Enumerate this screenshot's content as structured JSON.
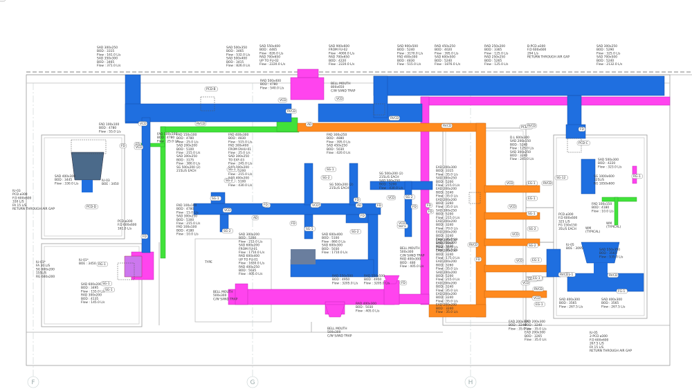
{
  "colors": {
    "supply": "#1f6fe0",
    "return": "#ff8a1f",
    "fresh": "#41e23a",
    "exhaust": "#ff44ee",
    "wall": "#8a8a8a",
    "grid": "#9aaaaa"
  },
  "grid_labels": [
    "F",
    "G",
    "H"
  ],
  "labels": [
    {
      "id": "t1",
      "lines": [
        "SAD 300x250",
        "BOD : 3315",
        "Flow : 161.0 L/s",
        "",
        "SAD 350x300",
        "BOD : 3465",
        "Flow : 371.0 L/s"
      ]
    },
    {
      "id": "t2",
      "lines": [
        "SAD 500x350",
        "BOD : 3465",
        "Flow : 532.0 L/s",
        "SAD 500x400",
        "BOD : 3415",
        "Flow : 826.0 L/s"
      ]
    },
    {
      "id": "t3",
      "lines": [
        "SAD 550x400",
        "BOD : 4465",
        "Flow : 826.0 L/s",
        "RAD 700x650",
        "UP TO FU-02",
        "Flow : 2220.0 L/s"
      ]
    },
    {
      "id": "t4",
      "lines": [
        "SAD 900x600",
        "FROM FU-02",
        "Flow : 4000.0 L/s",
        "RAD 700x650",
        "BOD : 4220",
        "Flow : 2220.0 L/s"
      ]
    },
    {
      "id": "t5",
      "lines": [
        "SAD 900x500",
        "BOD : 5240",
        "Flow : 3170.0 L/s",
        "FAD 400x300",
        "BOD : 4830",
        "Flow : 515.0 L/s"
      ]
    },
    {
      "id": "t6",
      "lines": [
        "RAD 450x250",
        "BOD : 4020",
        "Flow : 395.0 L/s",
        "SAD 600x500",
        "BOD : 5240",
        "Flow : 1876.0 L/s"
      ]
    },
    {
      "id": "t7",
      "lines": [
        "RAD 250x200",
        "BOD : 3365",
        "Flow : 125.0 L/s",
        "RAD 250x250",
        "BOD : 5265",
        "Flow : 125.0 L/s"
      ]
    },
    {
      "id": "t8",
      "lines": [
        "B-PCD ø300",
        "F.D 600x600",
        "294 L/s",
        "RETURN THROUGH AIR GAP"
      ]
    },
    {
      "id": "t9",
      "lines": [
        "SAD 300x250",
        "BOD : 5290",
        "Flow : 325.0 L/s",
        "",
        "SAD 700x500",
        "BOD : 5240",
        "Flow : 2132.0 L/s"
      ]
    },
    {
      "id": "t10",
      "lines": [
        "RAD 500x400",
        "BOD : 4780",
        "Flow : 540.0 L/s"
      ]
    },
    {
      "id": "t11",
      "lines": [
        "BELL MOUTH",
        "800x650",
        "C/W SAND TRAP"
      ]
    },
    {
      "id": "t12",
      "lines": [
        "FAD 100x100",
        "BOD : 4780",
        "Flow : 55.0 L/s"
      ]
    },
    {
      "id": "t13",
      "lines": [
        "FAD 400x300",
        "BOD : 4830",
        "Flow : 515.0 L/s",
        "FAD 300x400",
        "FROM FAHU-01",
        "Flow : 25.0 L/s",
        "SAD 300x250",
        "TO EXF-03",
        "Flow : 245.0 L/s",
        "SAD 300x200",
        "BOD : 5200",
        "Flow : 215.0 L/s",
        "SAD 400x200",
        "BOD : 5100",
        "Flow : 430.0 L/s"
      ]
    },
    {
      "id": "t14",
      "lines": [
        "FAD 150x100",
        "BOD : 4780",
        "Flow : 25.0 L/s",
        "SAD 200x200",
        "BOD : 5100",
        "Flow : 215.0 L/s",
        "SAD 300x250",
        "BOD : 3175",
        "Flow : 380.0 L/s",
        "SG 500x200 (2)",
        "215L/S EACH"
      ]
    },
    {
      "id": "t15",
      "lines": [
        "FAD 100x100",
        "BOD : 4780",
        "Flow : 15.0 L/s",
        "SAD 300x250",
        "BOD : 5300",
        "Flow : 215.0 L/s",
        "FAD 100x100",
        "BOD : 4180",
        "Flow : 10.0 L/s"
      ]
    },
    {
      "id": "t16",
      "lines": [
        "FAD 300x250",
        "BOD : 4880",
        "Flow : 395.0 L/s",
        "SAD 450x250",
        "BOD : 5030",
        "Flow : 420.0 L/s"
      ]
    },
    {
      "id": "t17",
      "lines": [
        "SG 500x200 (2)",
        "215L/S EACH"
      ]
    },
    {
      "id": "t18",
      "lines": [
        "SG 500x200 (2)",
        "215L/S EACH",
        "SAD 500x250",
        "BOD : 5200",
        "Flow : 430.0 L/s"
      ]
    },
    {
      "id": "t19",
      "lines": [
        "SAD 300x200",
        "BOD : 5200",
        "Flow : 215.0 L/s",
        "SAD 600x200",
        "FROM FU-01",
        "Flow : 1710.0 L/s",
        "RAD 600x400",
        "UP TO FU-01",
        "Flow : 1630.0 L/s",
        "RAD 400x250",
        "BOD : 5035",
        "Flow : 405.0 L/s"
      ]
    },
    {
      "id": "t20",
      "lines": [
        "SAD 600x400",
        "BOD : 5100",
        "Flow : 860.0 L/s",
        "",
        "SAD 600x300",
        "BOD : 5030",
        "Flow : 1710.0 L/s"
      ]
    },
    {
      "id": "t21",
      "lines": [
        "BELL MOUTH",
        "500x300",
        "C/W SAND TRAP"
      ]
    },
    {
      "id": "t22",
      "lines": [
        "RAD 550x500",
        "BOD : 4950",
        "Flow : 3205.0 L/s"
      ]
    },
    {
      "id": "t23",
      "lines": [
        "RAD 550x500",
        "BOD : 4950",
        "Flow : 3205.0 L/s"
      ]
    },
    {
      "id": "t24",
      "lines": [
        "BELL MOUTH",
        "500x300",
        "C/W SAND TRAP",
        "RAD 400x300",
        "BOD : 480",
        "Flow : 405.0 L/s"
      ]
    },
    {
      "id": "t25",
      "lines": [
        "RAD 400x300",
        "BOD : 5030",
        "Flow : 405.0 L/s"
      ]
    },
    {
      "id": "t26",
      "lines": [
        "BELL MOUTH",
        "500x300",
        "C/W SAND TRAP"
      ]
    },
    {
      "id": "t27",
      "lines": [
        "EAD 200x300",
        "BOD : 3315",
        "Flow : 35.0 L/s",
        "SAD 300x250",
        "BOD : 5200",
        "Flow : 215.0 L/s",
        "EAD 200x200",
        "BOD : 3240",
        "Flow : 35.0 L/s",
        "EAD 200x200",
        "BOD : 3260",
        "Flow : 35.0 L/s",
        "SAD 300x250",
        "BOD : 5200",
        "Flow : 215.0 L/s",
        "EAD 200x200",
        "BOD : 3240",
        "Flow : 70.0 L/s",
        "EAD 200x200",
        "BOD : 3240",
        "Flow : 35.0 L/s",
        "EAD 200x200",
        "BOD : 3240",
        "Flow : 35.0 L/s"
      ]
    },
    {
      "id": "t28",
      "lines": [
        "EAD 300x150",
        "BOD : 3315",
        "Flow : 35.0 L/s",
        "EAD 200x200",
        "BOD : 3240",
        "Flow : 175.0 L/s",
        "EAD 200x200",
        "BOD : 3260",
        "Flow : 35.0 L/s",
        "SAD 200x200",
        "BOD : 5200",
        "Flow : 215.0 L/s",
        "EAD 200x200",
        "BOD : 3240",
        "Flow : 35.0 L/s",
        "EAD 200x200",
        "BOD : 3240",
        "Flow : 35.0 L/s",
        "EAD 200x200",
        "BOD : 3240",
        "Flow : 35.0 L/s"
      ]
    },
    {
      "id": "t29",
      "lines": [
        "D.L 600x300",
        "SAD 200x150",
        "BOD : 5240",
        "Flow : 125.0 L/s",
        "SAD 300x250",
        "BOD : 3240",
        "Flow : 245.0 L/s"
      ]
    },
    {
      "id": "t30",
      "lines": [
        "SAD 500x300",
        "BOD : 4220",
        "Flow : 323.0 L/s"
      ]
    },
    {
      "id": "t31",
      "lines": [
        "SG 1000x600",
        "325L/S",
        "RG 1050x600"
      ]
    },
    {
      "id": "t32",
      "lines": [
        "FAD 100x150",
        "BOD : 4180",
        "Flow : 10.0 L/s"
      ]
    },
    {
      "id": "t33",
      "lines": [
        "PCD ø300",
        "F.D 600x600",
        "325 L/S",
        "FG 150x150",
        "35L/S EACH"
      ]
    },
    {
      "id": "t34",
      "lines": [
        "IU-05",
        "BOE : 3095"
      ]
    },
    {
      "id": "t35",
      "lines": [
        "SAD 550x350",
        "BOD : 3565",
        "Flow : 535.0 L/s"
      ]
    },
    {
      "id": "t36",
      "lines": [
        "SAD 400x300",
        "BOD : 3565",
        "Flow : 267.5 L/s"
      ]
    },
    {
      "id": "t37",
      "lines": [
        "SAD 400x300",
        "BOD : 3565",
        "Flow : 267.5 L/s"
      ]
    },
    {
      "id": "t38",
      "lines": [
        "IU-05",
        "2-PCD ø300",
        "F.D 600x600",
        "267.5 L/S",
        "FA 15 L/S",
        "RETURN THROUGH AIR GAP"
      ]
    },
    {
      "id": "t39",
      "lines": [
        "EAD 200x300",
        "BOD : 3240",
        "Flow : 35.0 L/s",
        "EAD 200x300",
        "BOD : 3265",
        "Flow : 35.0 L/s"
      ]
    },
    {
      "id": "t40",
      "lines": [
        "SAD 400x300",
        "BOD : 3445",
        "Flow : 330.0 L/s"
      ]
    },
    {
      "id": "t41",
      "lines": [
        "IU-03",
        "BOE : 3450"
      ]
    },
    {
      "id": "t42",
      "lines": [
        "IU-03",
        "PCD ø300",
        "F.D 600x600",
        "330 L/S",
        "FA 15 L/S",
        "RETURN THROUGH AIR GAP"
      ]
    },
    {
      "id": "t43",
      "lines": [
        "PCD ø300",
        "F.D 600x600",
        "161.0 L/s"
      ]
    },
    {
      "id": "t44",
      "lines": [
        "IU-01*",
        "FA 30 L/S",
        "SG 600x200",
        "155L/S",
        "RG 600x200"
      ]
    },
    {
      "id": "t45",
      "lines": [
        "IU-01*",
        "BOE : 3450"
      ]
    },
    {
      "id": "t46",
      "lines": [
        "SAD 600x200",
        "BOD : 3495",
        "Flow : 155.0 L/s",
        "",
        "RAD 300x200",
        "BOD : 4135",
        "Flow : 145.0 L/s"
      ]
    },
    {
      "id": "t47",
      "lines": [
        "EAD 200x300",
        "BOD : 3240",
        "Flow : 35.0 L/s"
      ]
    },
    {
      "id": "t48",
      "lines": [
        "FAD 100x100",
        "BOD : 4780",
        "Flow : 25.0 L/s"
      ]
    },
    {
      "id": "t49",
      "lines": [
        "WM",
        "(TYPICAL)"
      ]
    },
    {
      "id": "t50",
      "lines": [
        "WM",
        "(TYPICAL)"
      ]
    }
  ],
  "tags": [
    "PCD-B",
    "RVCD",
    "VCD",
    "VCD",
    "RVCD",
    "RVCD",
    "VCD",
    "FD",
    "FD",
    "FD",
    "FD",
    "AD",
    "AD",
    "AD",
    "SG-1",
    "SG-2",
    "SG-1",
    "SG-2",
    "SG-1",
    "SG-2",
    "SG-2",
    "SG-1",
    "SG-1",
    "SG-2",
    "RG-1",
    "SG-1",
    "SG-1",
    "EG-1",
    "EG-1",
    "EG-1",
    "EG-1",
    "EG-1",
    "SG-1",
    "SG-2",
    "SG-2",
    "SG-2",
    "FG-1",
    "FG-1",
    "EG-1",
    "PCD-D",
    "PCD-B",
    "PCD-C",
    "SG-12",
    "RG-1",
    "FD",
    "FD",
    "FD",
    "FD",
    "FD",
    "FD",
    "FD",
    "FD",
    "FD",
    "VCD",
    "VCD",
    "VCD",
    "VCD",
    "VCD",
    "VCD",
    "VCD",
    "VCD",
    "VCD",
    "VCD",
    "VCD",
    "VCD",
    "FD",
    "FD",
    "RVCD",
    "RVCD",
    "RVCD",
    "RVCD",
    "RVCD",
    "RVCD",
    "RVCD",
    "FD"
  ],
  "room_note": "TYPE"
}
